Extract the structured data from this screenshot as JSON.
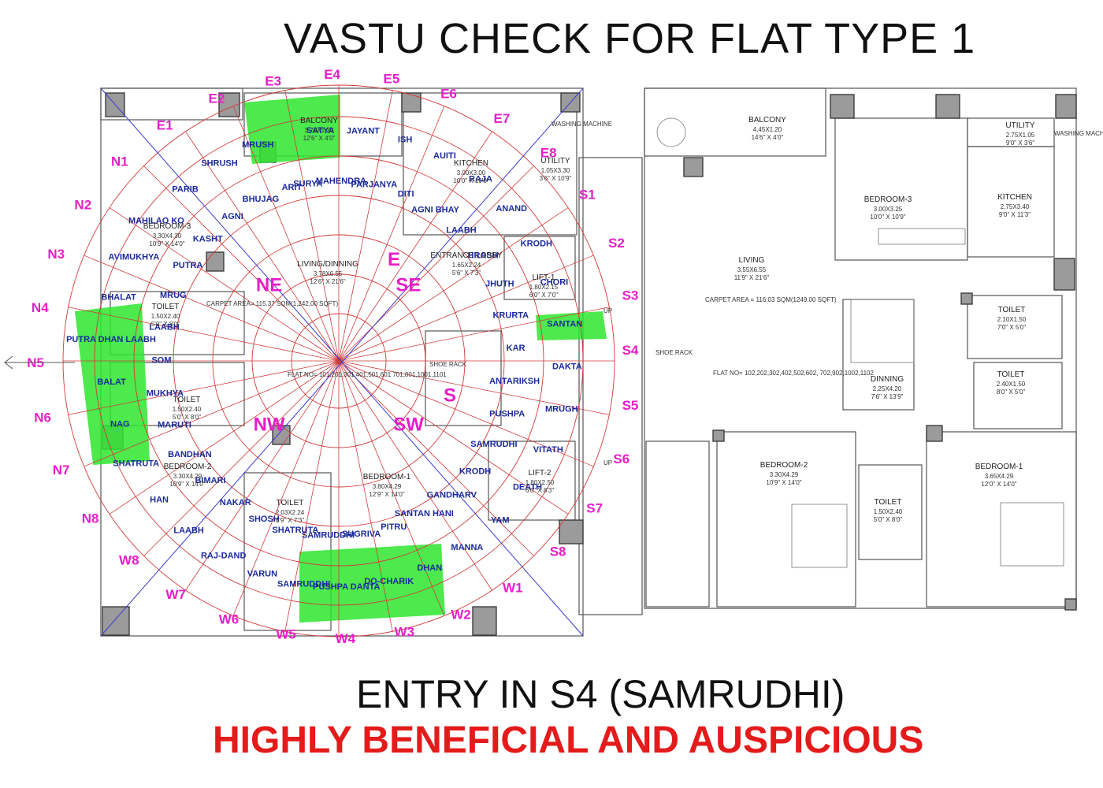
{
  "heading": "VASTU CHECK FOR FLAT TYPE 1",
  "entry": "ENTRY IN S4 (SAMRUDHI)",
  "verdict": "HIGHLY BENEFICIAL AND AUSPICIOUS",
  "colors": {
    "zone_label": "#e61ec8",
    "deity": "#1b2a9c",
    "verdict": "#e31b1b",
    "auspicious": "#2ee52e",
    "grid": "#d23a3a"
  },
  "zones": [
    "E1",
    "E2",
    "E3",
    "E4",
    "E5",
    "E6",
    "E7",
    "E8",
    "S1",
    "S2",
    "S3",
    "S4",
    "S5",
    "S6",
    "S7",
    "S8",
    "W1",
    "W2",
    "W3",
    "W4",
    "W5",
    "W6",
    "W7",
    "W8",
    "N8",
    "N7",
    "N6",
    "N5",
    "N4",
    "N3",
    "N2",
    "N1"
  ],
  "cardinals": [
    "NE",
    "SE",
    "SW",
    "NW",
    "E",
    "S"
  ],
  "deities": [
    "SURYA",
    "SATYA",
    "MAHENDRA",
    "JAYANT",
    "PARJANYA",
    "ISH",
    "DITI",
    "AUITI",
    "AGNI BHAY",
    "RAJA",
    "LAABH",
    "ANAND",
    "HRASH",
    "KRODH",
    "JHUTH",
    "CHORI",
    "KRURTA",
    "SANTAN",
    "KAR",
    "DAKTA",
    "ANTARIKSH",
    "MRUGH",
    "PUSHPA",
    "VITATH",
    "SAMRUDHI",
    "DEATH",
    "KRODH",
    "YAM",
    "GANDHARV",
    "MANNA",
    "SANTAN HANI",
    "DHAN",
    "PITRU",
    "DO-CHARIK",
    "SUGRIVA",
    "PUSHPA DANTA",
    "SAMRUDDHI",
    "SAMRUDDHI",
    "SHATRUTA",
    "VARUN",
    "SHOSH",
    "RAJ-DAND",
    "NAKAR",
    "LAABH",
    "BIMARI",
    "HAN",
    "BANDHAN",
    "SHATRUTA",
    "MARUTI",
    "NAG",
    "MUKHYA",
    "BALAT",
    "SOM",
    "PUTRA DHAN LAABH",
    "LAABH",
    "BHALAT",
    "MRUG",
    "AVIMUKHYA",
    "PUTRA",
    "MAHILAO KO",
    "KASHT",
    "PARIB",
    "AGNI",
    "SHRUSH",
    "BHUJAG",
    "MRUSH",
    "ARIT"
  ],
  "plan_left": {
    "rooms": [
      {
        "name": "BALCONY",
        "size": "3.78X1.20",
        "imp": "12'6\" X 4'0\""
      },
      {
        "name": "KITCHEN",
        "size": "3.00X3.00",
        "imp": "10'0\" X 10'0\""
      },
      {
        "name": "UTILITY",
        "size": "1.05X3.30",
        "imp": "3'6\" X 10'9\""
      },
      {
        "name": "BEDROOM-3",
        "size": "3.30X4.30",
        "imp": "10'9\" X 14'0\""
      },
      {
        "name": "LIVING/DINNING",
        "size": "3.78X6.55",
        "imp": "12'6\" X 21'6\""
      },
      {
        "name": "ENTRANCE LOBBY",
        "size": "1.65X2.24",
        "imp": "5'6\" X 7'3\""
      },
      {
        "name": "LIFT-1",
        "size": "1.80X2.15",
        "imp": "6'0\" X 7'0\""
      },
      {
        "name": "TOILET",
        "size": "1.50X2.40",
        "imp": "5'0\" X 8'0\""
      },
      {
        "name": "TOILET",
        "size": "1.50X2.40",
        "imp": "5'0\" X 8'0\""
      },
      {
        "name": "BEDROOM-2",
        "size": "3.30X4.29",
        "imp": "10'9\" X 14'0\""
      },
      {
        "name": "TOILET",
        "size": "2.03X2.24",
        "imp": "6'9\" X 7'3\""
      },
      {
        "name": "BEDROOM-1",
        "size": "3.80X4.29",
        "imp": "12'9\" X 14'0\""
      },
      {
        "name": "LIFT-2",
        "size": "1.80X2.50",
        "imp": "6'0\" X 8'3\""
      }
    ],
    "carpet": "CARPET AREA= 115.37 SQM(1,242.00 SQFT)",
    "flat_no": "FLAT NO= 101,201,301,401,501,601 701,801,1001,1101"
  },
  "plan_right": {
    "rooms": [
      {
        "name": "BALCONY",
        "size": "4.45X1.20",
        "imp": "14'6\" X 4'0\""
      },
      {
        "name": "UTILITY",
        "size": "2.75X1.05",
        "imp": "9'0\" X 3'6\""
      },
      {
        "name": "BEDROOM-3",
        "size": "3.00X3.25",
        "imp": "10'0\" X 10'9\""
      },
      {
        "name": "KITCHEN",
        "size": "2.75X3.40",
        "imp": "9'0\" X 11'3\""
      },
      {
        "name": "LIVING",
        "size": "3.55X6.55",
        "imp": "11'9\" X 21'6\""
      },
      {
        "name": "TOILET",
        "size": "2.10X1.50",
        "imp": "7'0\" X 5'0\""
      },
      {
        "name": "TOILET",
        "size": "2.40X1.50",
        "imp": "8'0\" X 5'0\""
      },
      {
        "name": "DINNING",
        "size": "2.25X4.20",
        "imp": "7'6\" X 13'9\""
      },
      {
        "name": "BEDROOM-2",
        "size": "3.30X4.29",
        "imp": "10'9\" X 14'0\""
      },
      {
        "name": "TOILET",
        "size": "1.50X2.40",
        "imp": "5'0\" X 8'0\""
      },
      {
        "name": "BEDROOM-1",
        "size": "3.65X4.29",
        "imp": "12'0\" X 14'0\""
      }
    ],
    "carpet": "CARPET AREA = 116.03 SQM(1249.00 SQFT)",
    "flat_no": "FLAT NO= 102,202,302,402,502,602, 702,902,1002,1102"
  },
  "small_labels": [
    "UP",
    "UP",
    "SHOE RACK",
    "SHOE RACK",
    "WASHING MACHINE",
    "WASHING MACHINE"
  ]
}
